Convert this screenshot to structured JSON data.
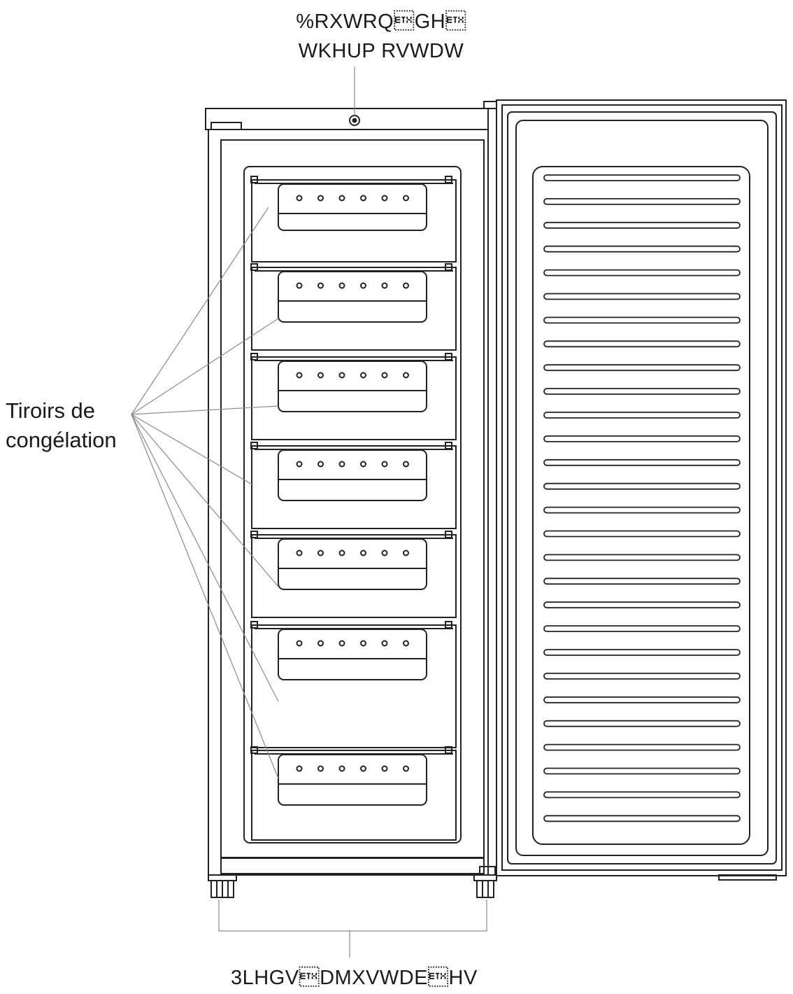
{
  "labels": {
    "thermostat_knob": [
      "%RXWRQ\u0003GH\u0003",
      "WKHUP RVWDW"
    ],
    "freezer_drawers": [
      "Tiroirs de",
      "congélation"
    ],
    "adjustable_feet": "3LHGV\u0003DMXVWDE\u0003HV"
  },
  "drawer_count": 7,
  "door_rib_count": 28,
  "colors": {
    "line": "#222222",
    "leader": "#8a8a8a",
    "background": "#ffffff"
  }
}
